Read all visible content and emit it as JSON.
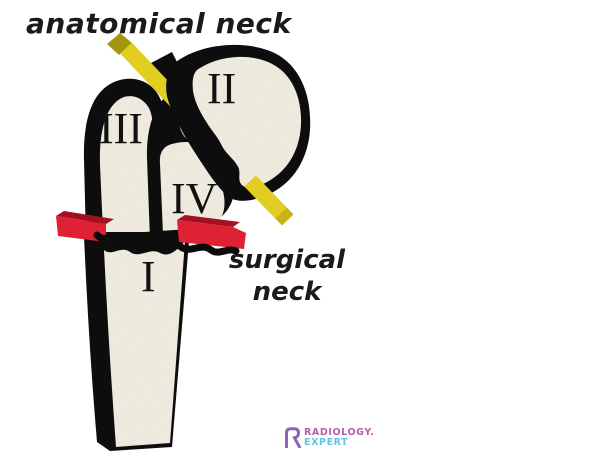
{
  "labels": {
    "anatomical_neck": "anatomical neck",
    "surgical_line1": "surgical",
    "surgical_line2": "neck"
  },
  "segments": [
    {
      "numeral": "I"
    },
    {
      "numeral": "II"
    },
    {
      "numeral": "III"
    },
    {
      "numeral": "IV"
    }
  ],
  "logo": {
    "brand": "RADIOLOGY.",
    "suffix": "EXPERT"
  },
  "colors": {
    "background": "#ffffff",
    "text": "#1a1a1a",
    "bone_outline": "#0d0d0d",
    "bone_fill": "#f0ece1",
    "yellow_bar": "#e2ce20",
    "yellow_bar_cap": "#a3960f",
    "yellow_bar_tip": "#c8b41a",
    "red_bar": "#df2134",
    "red_bar_top": "#a31121",
    "logo_purple": "#b25fa9",
    "logo_cyan": "#5bc5e6",
    "logo_mark": "#8a64b8"
  }
}
